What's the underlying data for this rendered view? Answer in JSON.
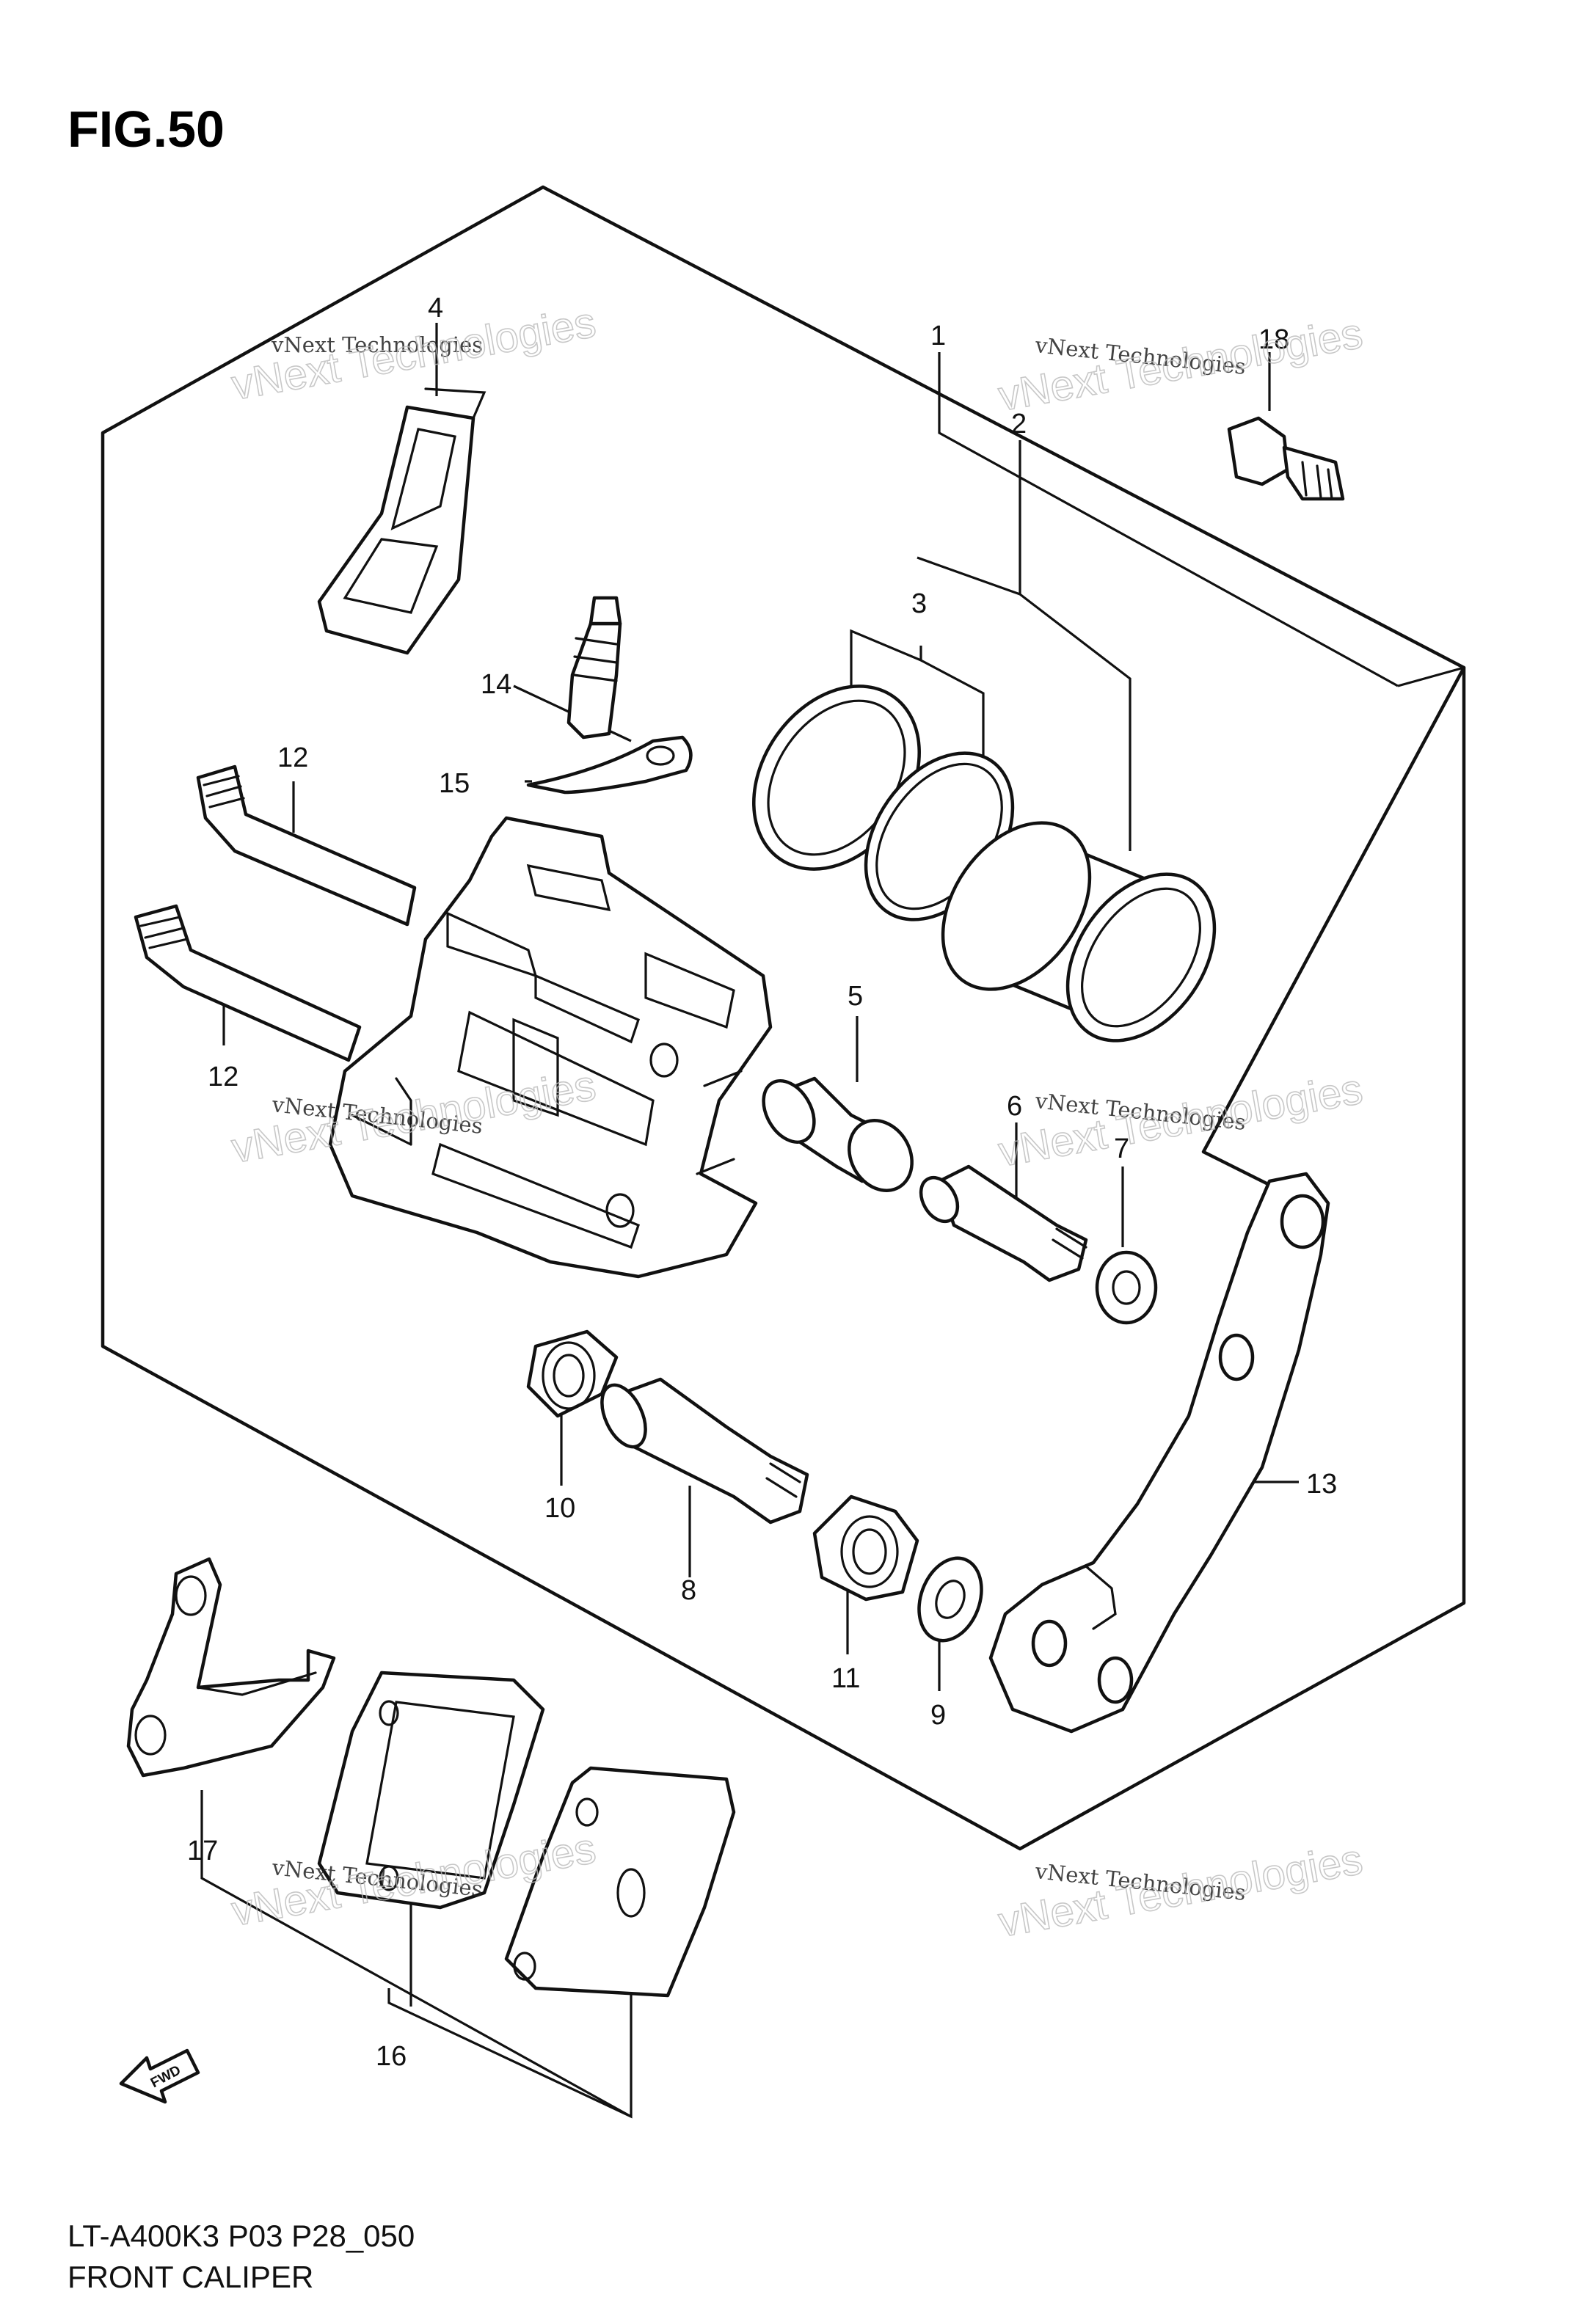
{
  "figure": {
    "title": "FIG.50",
    "model_code": "LT-A400K3 P03 P28_050",
    "caption": "FRONT CALIPER"
  },
  "callouts": [
    "1",
    "2",
    "3",
    "4",
    "5",
    "6",
    "7",
    "8",
    "9",
    "10",
    "11",
    "12",
    "12",
    "13",
    "14",
    "15",
    "16",
    "17",
    "18"
  ],
  "watermarks": {
    "line1": "vNext Technologies",
    "line2": "vNext Technologies"
  },
  "fwd_label": "FWD"
}
